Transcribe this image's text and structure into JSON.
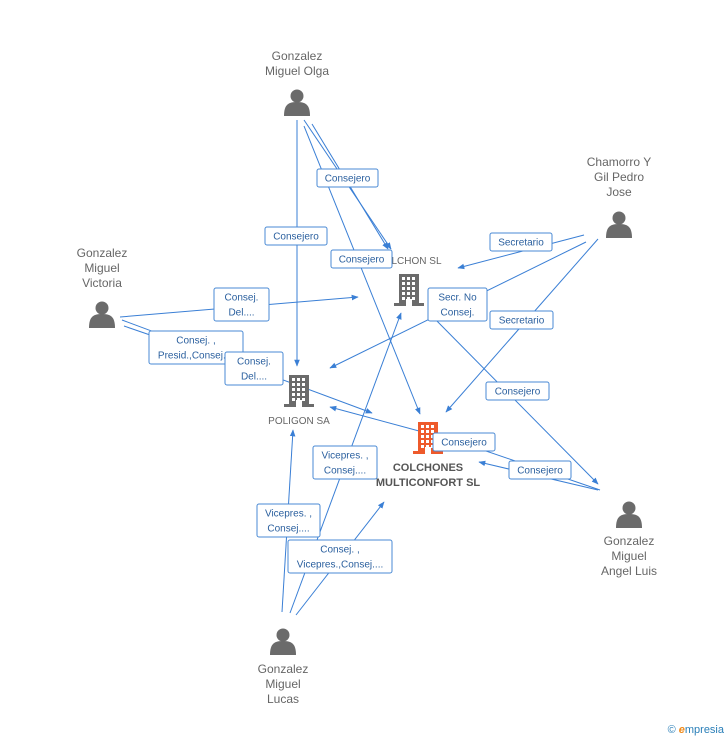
{
  "colors": {
    "edge": "#3a7fd5",
    "person": "#6b6b6b",
    "company": "#6b6b6b",
    "focus_company": "#ee5a2b"
  },
  "nodes": [
    {
      "id": "olga",
      "type": "person",
      "lines": [
        "Gonzalez",
        "Miguel Olga"
      ]
    },
    {
      "id": "chamorro",
      "type": "person",
      "lines": [
        "Chamorro Y",
        "Gil Pedro",
        "Jose"
      ]
    },
    {
      "id": "victoria",
      "type": "person",
      "lines": [
        "Gonzalez",
        "Miguel",
        "Victoria"
      ]
    },
    {
      "id": "angel",
      "type": "person",
      "lines": [
        "Gonzalez",
        "Miguel",
        "Angel Luis"
      ]
    },
    {
      "id": "lucas",
      "type": "person",
      "lines": [
        "Gonzalez",
        "Miguel",
        "Lucas"
      ]
    },
    {
      "id": "colchon",
      "type": "company",
      "lines": [
        "COLCHON SL"
      ]
    },
    {
      "id": "poligon",
      "type": "company",
      "lines": [
        "POLIGON SA"
      ]
    },
    {
      "id": "multiconfort",
      "type": "company_focus",
      "lines": [
        "COLCHONES",
        "MULTICONFORT SL"
      ]
    }
  ],
  "edges": [
    {
      "id": "e1",
      "lines": [
        "Consejero"
      ]
    },
    {
      "id": "e2",
      "lines": [
        "Consejero"
      ]
    },
    {
      "id": "e3",
      "lines": [
        "Consejero"
      ]
    },
    {
      "id": "e4",
      "lines": [
        "Secretario"
      ]
    },
    {
      "id": "e5",
      "lines": [
        "Secretario"
      ]
    },
    {
      "id": "e6",
      "lines": [
        "Secr.  No",
        "Consej."
      ]
    },
    {
      "id": "e7",
      "lines": [
        "Consej.",
        "Del...."
      ]
    },
    {
      "id": "e8",
      "lines": [
        "Consej. ,",
        "Presid.,Consej...."
      ]
    },
    {
      "id": "e9",
      "lines": [
        "Consej.",
        "Del...."
      ]
    },
    {
      "id": "e10",
      "lines": [
        "Consejero"
      ]
    },
    {
      "id": "e11",
      "lines": [
        "Consejero"
      ]
    },
    {
      "id": "e12",
      "lines": [
        "Consejero"
      ]
    },
    {
      "id": "e13",
      "lines": [
        "Vicepres. ,",
        "Consej...."
      ]
    },
    {
      "id": "e14",
      "lines": [
        "Vicepres. ,",
        "Consej...."
      ]
    },
    {
      "id": "e15",
      "lines": [
        "Consej. ,",
        "Vicepres.,Consej...."
      ]
    }
  ],
  "footer": {
    "copyright": "©",
    "brand_initial": "e",
    "brand_rest": "mpresia"
  }
}
